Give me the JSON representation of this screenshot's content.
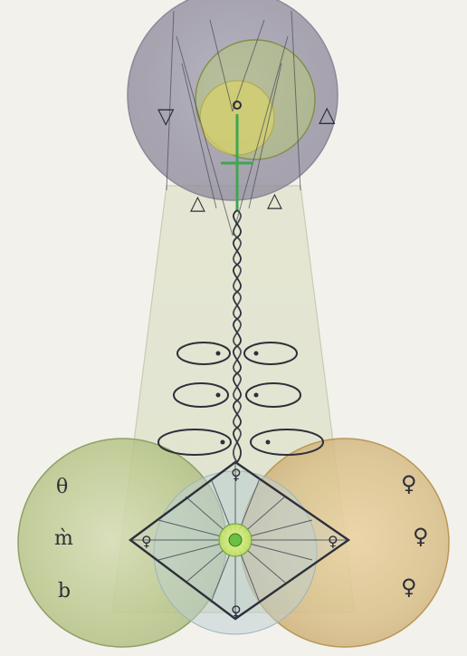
{
  "artwork": {
    "palette": {
      "paper": "#f3f1ec",
      "top_sphere": "#9a97a6",
      "top_inner_green": "#b7c77a",
      "core_yellow": "#d7d26b",
      "light_beam": "#d9ddbf",
      "left_sphere": "#bcc98f",
      "right_sphere": "#d9c08a",
      "diamond_wash": "#bed0d2",
      "ink": "#2d2f3a",
      "caduceus_green": "#3fa651",
      "center_glow": "#c7e56a"
    },
    "symbols": {
      "top_left": "▽",
      "top_right": "△",
      "upper_mid_left": "△",
      "upper_mid_right": "△",
      "left_1": "θ",
      "left_2": "m̀",
      "left_3": "b",
      "right_1": "♀",
      "right_2": "♀",
      "right_3": "♀",
      "diamond_top": "♀",
      "diamond_left": "♀",
      "diamond_right": "♀",
      "diamond_bottom": "♀"
    }
  }
}
